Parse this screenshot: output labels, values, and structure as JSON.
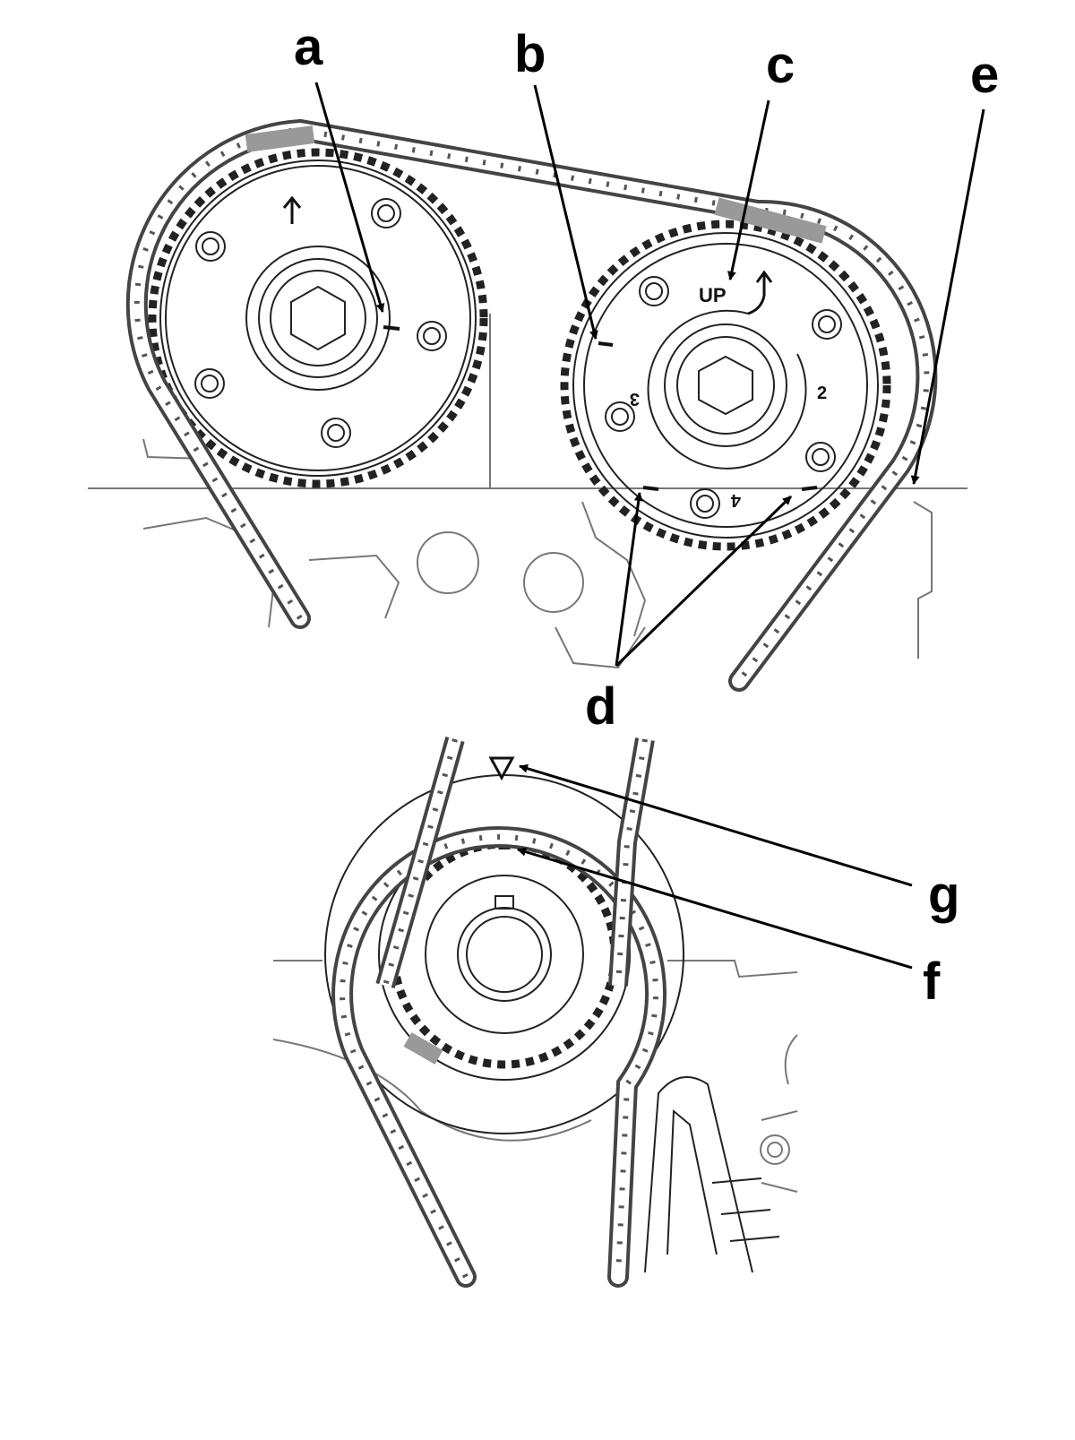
{
  "figure": {
    "callouts": [
      {
        "id": "a",
        "label": "a"
      },
      {
        "id": "b",
        "label": "b"
      },
      {
        "id": "c",
        "label": "c"
      },
      {
        "id": "d",
        "label": "d"
      },
      {
        "id": "e",
        "label": "e"
      },
      {
        "id": "f",
        "label": "f"
      },
      {
        "id": "g",
        "label": "g"
      }
    ],
    "exhaust_sprocket_marks": {
      "up": "UP",
      "num2": "2",
      "num3": "3",
      "num4": "4"
    }
  }
}
